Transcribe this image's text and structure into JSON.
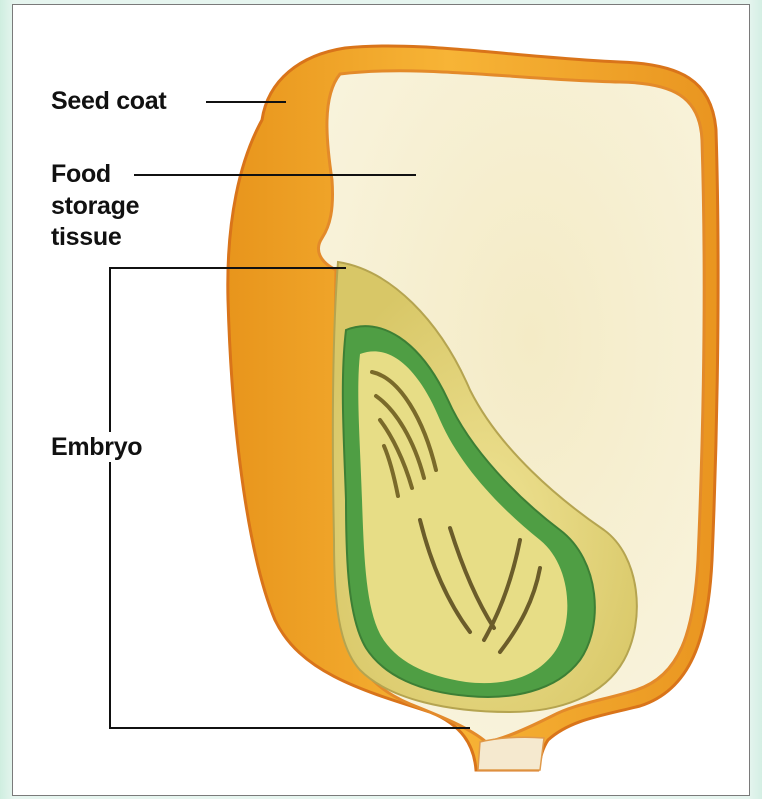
{
  "labels": {
    "seed_coat": "Seed coat",
    "food_storage_line1": "Food",
    "food_storage_line2": "storage",
    "food_storage_line3": "tissue",
    "embryo": "Embryo"
  },
  "colors": {
    "seed_coat": "#f2a72a",
    "seed_coat_dark": "#df7a12",
    "food_storage": "#f6efcf",
    "embryo_outer": "#d9c86a",
    "embryo_green": "#4a9a3e",
    "embryo_inner": "#e8de86",
    "leader_lines": "#111111"
  }
}
